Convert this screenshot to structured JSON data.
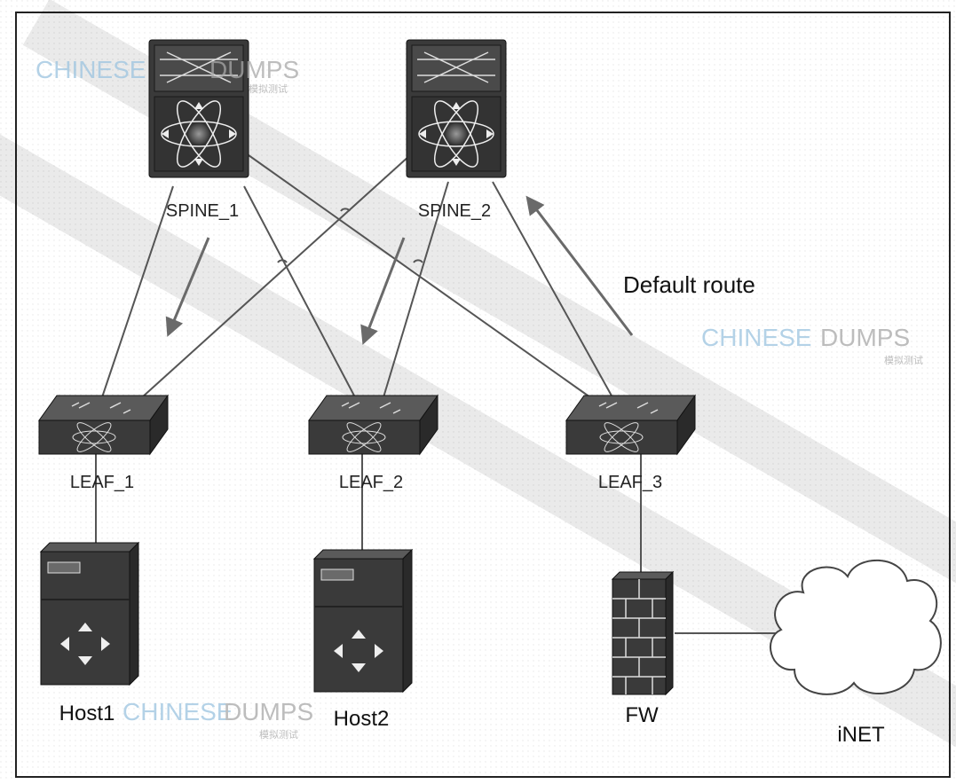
{
  "nodes": {
    "spine1": {
      "label": "SPINE_1",
      "kind": "spine-switch"
    },
    "spine2": {
      "label": "SPINE_2",
      "kind": "spine-switch"
    },
    "leaf1": {
      "label": "LEAF_1",
      "kind": "leaf-switch"
    },
    "leaf2": {
      "label": "LEAF_2",
      "kind": "leaf-switch"
    },
    "leaf3": {
      "label": "LEAF_3",
      "kind": "leaf-switch"
    },
    "host1": {
      "label": "Host1",
      "kind": "server"
    },
    "host2": {
      "label": "Host2",
      "kind": "server"
    },
    "fw": {
      "label": "FW",
      "kind": "firewall"
    },
    "inet": {
      "label": "iNET",
      "kind": "cloud"
    }
  },
  "links": [
    [
      "spine1",
      "leaf1"
    ],
    [
      "spine1",
      "leaf2"
    ],
    [
      "spine1",
      "leaf3"
    ],
    [
      "spine2",
      "leaf1"
    ],
    [
      "spine2",
      "leaf2"
    ],
    [
      "spine2",
      "leaf3"
    ],
    [
      "leaf1",
      "host1"
    ],
    [
      "leaf2",
      "host2"
    ],
    [
      "leaf3",
      "fw"
    ],
    [
      "fw",
      "inet"
    ]
  ],
  "annotation": {
    "default_route": "Default route"
  },
  "watermarks": {
    "brand_left": "CHINESE",
    "brand_right": "DUMPS",
    "sub": "模拟测试"
  },
  "colors": {
    "device": "#3a3a3a",
    "device_light": "#5a5a5a",
    "line": "#555555",
    "arrow": "#6a6a6a",
    "watermark_blue": "#9cc4e0",
    "watermark_gray": "#a8a8a8",
    "grid": "#e2e2e2",
    "border": "#222222"
  }
}
